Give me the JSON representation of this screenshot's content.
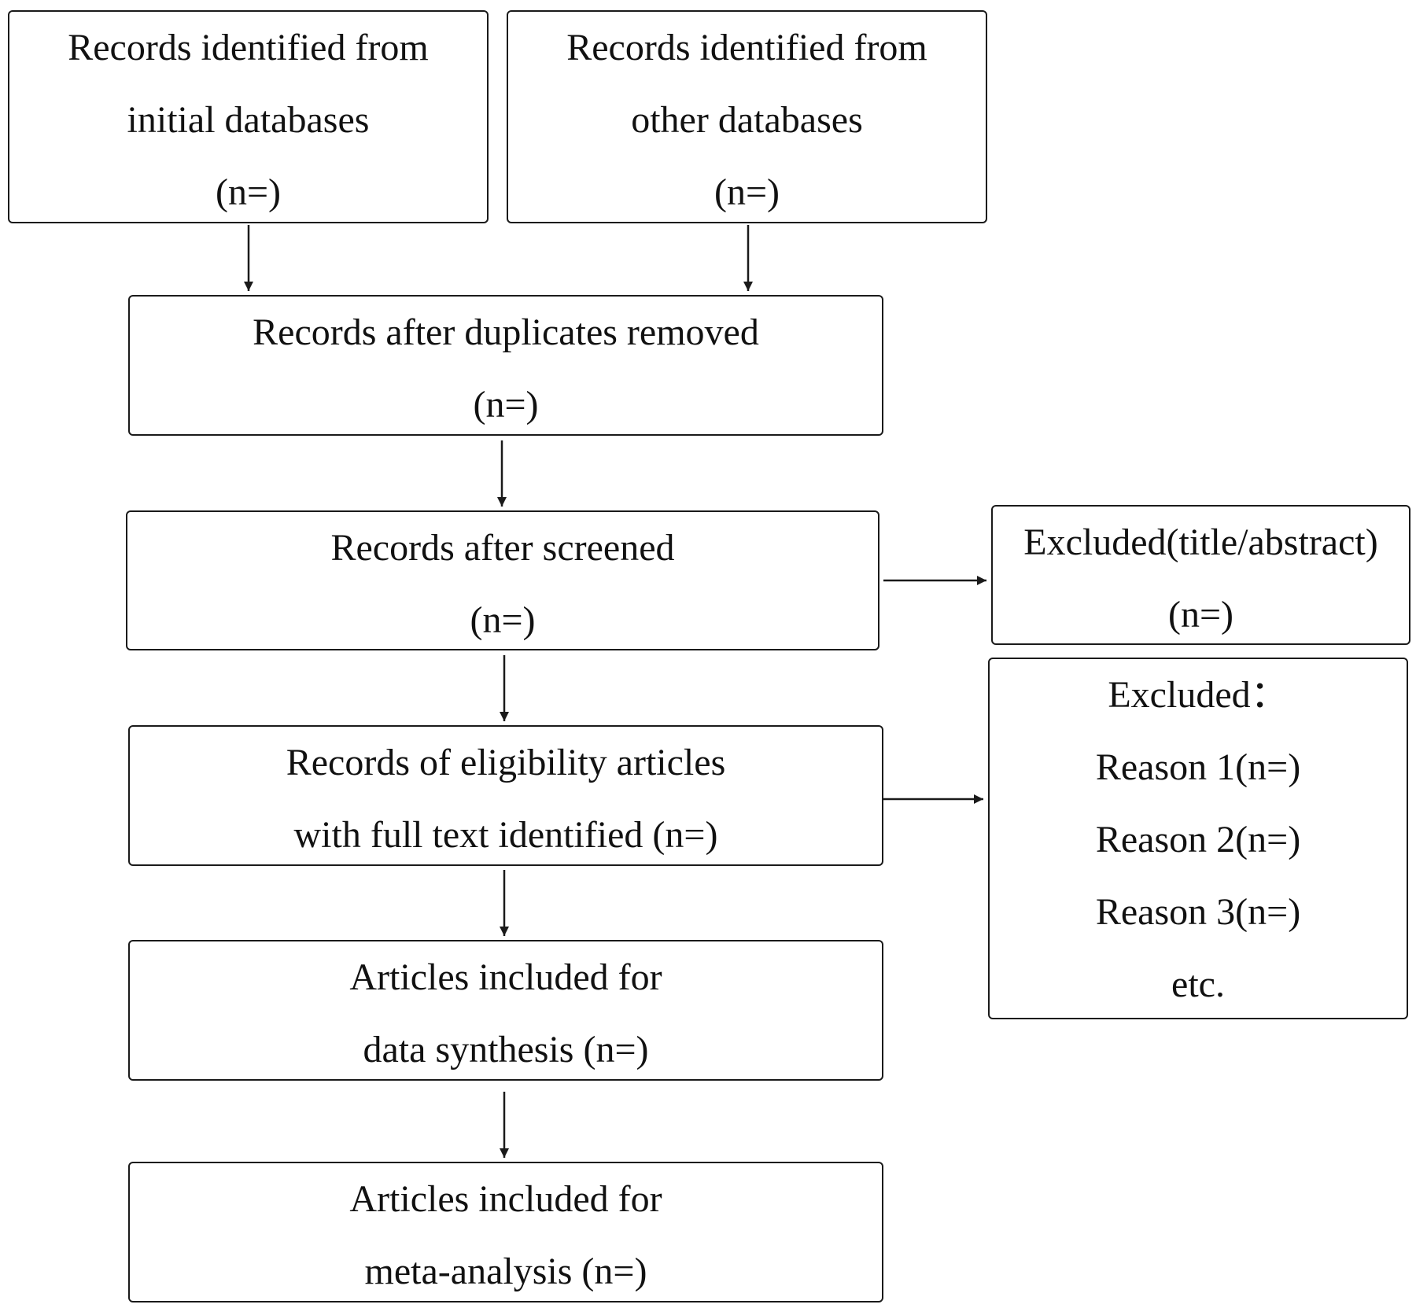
{
  "nodes": {
    "initial_databases": [
      "Records identified from",
      "initial databases",
      "(n=)"
    ],
    "other_databases": [
      "Records identified from",
      "other databases",
      "(n=)"
    ],
    "duplicates_removed": [
      "Records after duplicates removed",
      "(n=)"
    ],
    "screened": [
      "Records after screened",
      "(n=)"
    ],
    "excluded_title_abstract": [
      "Excluded(title/abstract)",
      "(n=)"
    ],
    "eligibility": [
      "Records of eligibility articles",
      "with full text identified (n=)"
    ],
    "excluded_reasons": [
      "Excluded：",
      "Reason 1(n=)",
      "Reason 2(n=)",
      "Reason 3(n=)",
      "etc."
    ],
    "data_synthesis": [
      "Articles included for",
      "data synthesis (n=)"
    ],
    "meta_analysis": [
      "Articles included for",
      "meta-analysis (n=)"
    ]
  },
  "style": {
    "stroke_color": "#1a1a1a",
    "background_color": "#ffffff"
  }
}
